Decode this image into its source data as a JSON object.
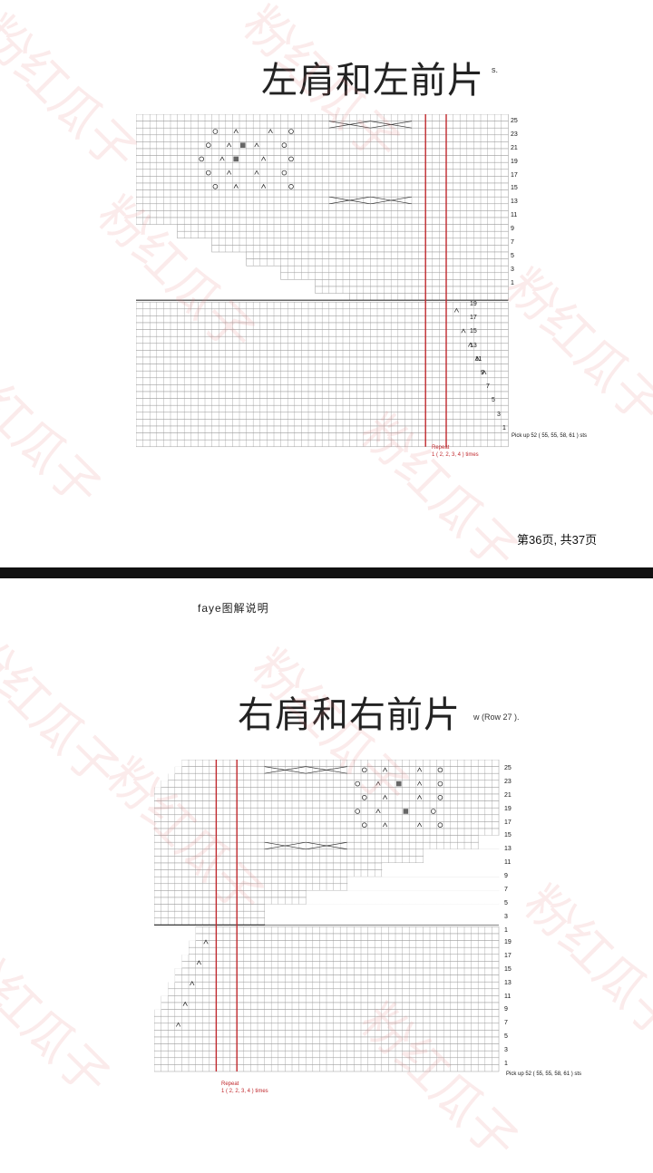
{
  "top_page": {
    "title": "左肩和左前片",
    "title_suffix": "s.",
    "row_numbers_upper": [
      "25",
      "23",
      "21",
      "19",
      "17",
      "15",
      "13",
      "11",
      "9",
      "7",
      "5",
      "3",
      "1"
    ],
    "row_numbers_lower": [
      "19",
      "17",
      "15",
      "13",
      "11",
      "9",
      "7",
      "5",
      "3",
      "1"
    ],
    "pickup_text": "Pick up 52 ( 55, 55, 58, 61 ) sts",
    "repeat_label": "Repeat",
    "repeat_times": "1 ( 2, 2, 3, 4 ) times",
    "page_footer": "第36页, 共37页"
  },
  "bottom_page": {
    "header": "faye图解说明",
    "title": "右肩和右前片",
    "title_suffix": "w (Row 27 ).",
    "row_numbers_upper": [
      "25",
      "23",
      "21",
      "19",
      "17",
      "15",
      "13",
      "11",
      "9",
      "7",
      "5",
      "3",
      "1"
    ],
    "row_numbers_lower": [
      "19",
      "17",
      "15",
      "13",
      "11",
      "9",
      "7",
      "5",
      "3",
      "1"
    ],
    "pickup_text": "Pick up 52 ( 55, 55, 58, 61 ) sts",
    "repeat_label": "Repeat",
    "repeat_times": "1 ( 2, 2, 3, 4 ) times"
  },
  "watermark_text": "粉红瓜子",
  "colors": {
    "grid_line": "#9a9a9a",
    "repeat_line": "#c0282d",
    "watermark": "#e27878"
  }
}
